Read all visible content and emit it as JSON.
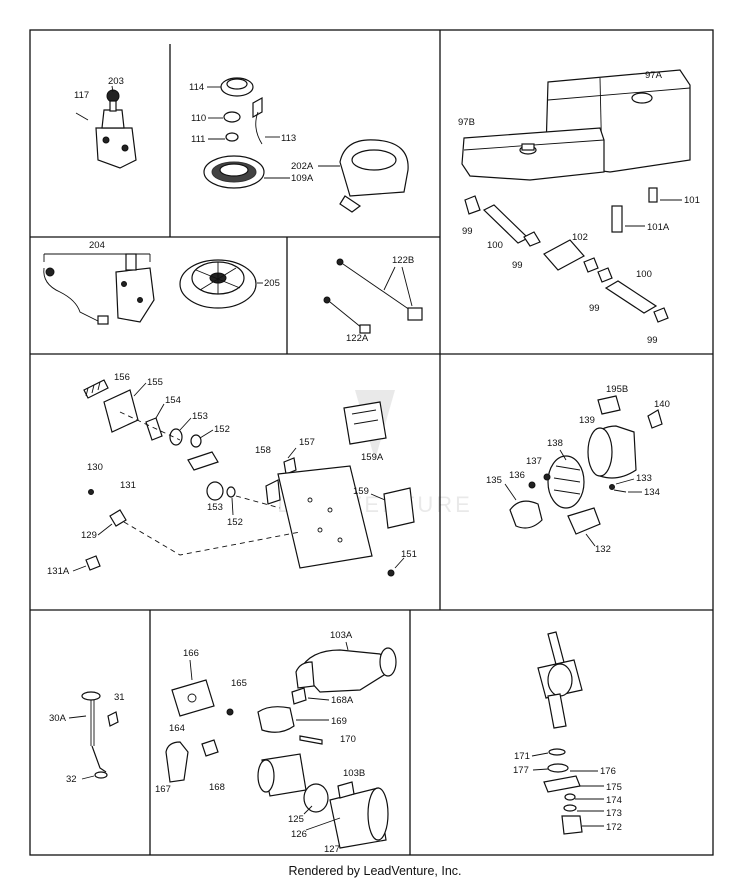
{
  "footer": "Rendered by LeadVenture, Inc.",
  "watermark": "LEADVENTURE",
  "labels": {
    "p117": "117",
    "p203": "203",
    "p114": "114",
    "p110": "110",
    "p111": "111",
    "p113": "113",
    "p202A": "202A",
    "p109A": "109A",
    "p97A": "97A",
    "p97B": "97B",
    "p101": "101",
    "p101A": "101A",
    "p99a": "99",
    "p100a": "100",
    "p99b": "99",
    "p102": "102",
    "p100b": "100",
    "p99c": "99",
    "p99d": "99",
    "p204": "204",
    "p205": "205",
    "p122B": "122B",
    "p122A": "122A",
    "p156": "156",
    "p155": "155",
    "p154": "154",
    "p153a": "153",
    "p152a": "152",
    "p130": "130",
    "p131": "131",
    "p129": "129",
    "p131A": "131A",
    "p158": "158",
    "p157": "157",
    "p159A": "159A",
    "p159": "159",
    "p153b": "153",
    "p152b": "152",
    "p151": "151",
    "p195B": "195B",
    "p140": "140",
    "p139": "139",
    "p138": "138",
    "p137": "137",
    "p136": "136",
    "p135": "135",
    "p133": "133",
    "p134": "134",
    "p132": "132",
    "p31": "31",
    "p30A": "30A",
    "p32": "32",
    "p166": "166",
    "p165": "165",
    "p164": "164",
    "p167": "167",
    "p168": "168",
    "p103A": "103A",
    "p168A": "168A",
    "p169": "169",
    "p170": "170",
    "p103B": "103B",
    "p125": "125",
    "p126": "126",
    "p127": "127",
    "p171": "171",
    "p177": "177",
    "p176": "176",
    "p175": "175",
    "p174": "174",
    "p173": "173",
    "p172": "172"
  }
}
